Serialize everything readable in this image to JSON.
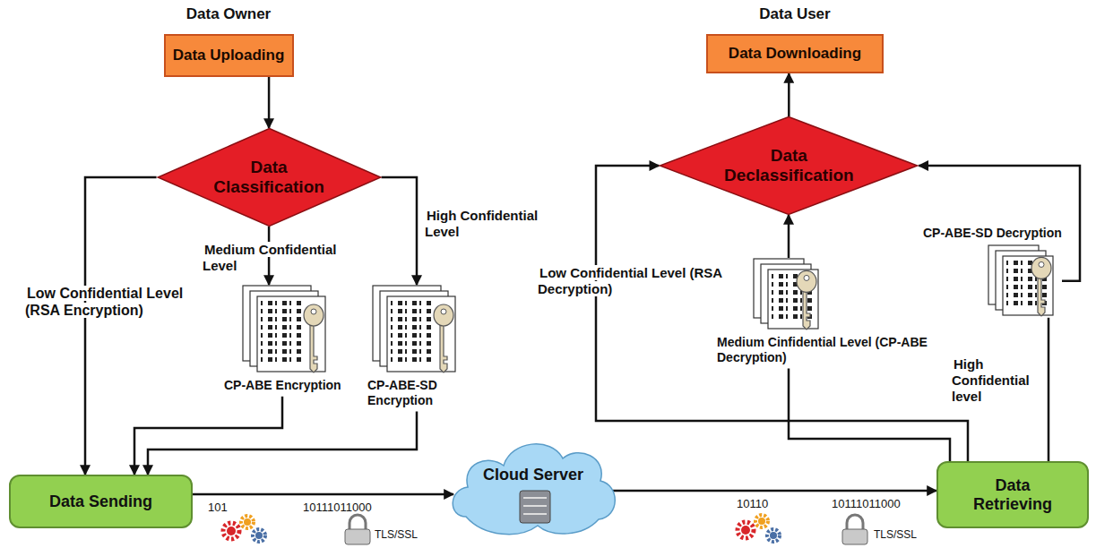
{
  "diagram": {
    "nodes": [
      {
        "text": [
          "Data Owner",
          "Data Uploading"
        ]
      },
      {
        "text": [
          "Data Classification"
        ]
      },
      {
        "text": [
          "CP-ABE Encryption"
        ]
      },
      {
        "text": [
          "CP-ABE-SD Encryption"
        ]
      },
      {
        "text": [
          "Data Sending"
        ]
      },
      {
        "text": [
          "Cloud Server"
        ]
      },
      {
        "text": [
          "Data User",
          "Data Downloading"
        ]
      },
      {
        "text": [
          "Data Declassification"
        ]
      },
      {
        "text": [
          "Medium Cinfidential Level (CP-ABE Decryption)"
        ]
      },
      {
        "text": [
          "CP-ABE-SD Decryption"
        ]
      },
      {
        "text": [
          "Data Retrieving"
        ]
      }
    ],
    "edges": [
      {
        "from": 0,
        "to": 1,
        "arrow": "to"
      },
      {
        "from": 1,
        "to": 4,
        "label": "Low Confidential Level (RSA Encryption)",
        "arrow": "to"
      },
      {
        "from": 1,
        "to": 2,
        "label": "Medium Confidential Level",
        "arrow": "to"
      },
      {
        "from": 1,
        "to": 3,
        "label": "High Confidential Level",
        "arrow": "to"
      },
      {
        "from": 2,
        "to": 4,
        "arrow": "to"
      },
      {
        "from": 3,
        "to": 4,
        "arrow": "to"
      },
      {
        "from": 4,
        "to": 5,
        "arrow": "to"
      },
      {
        "from": 5,
        "to": 10,
        "arrow": "to"
      },
      {
        "from": 10,
        "to": 7,
        "label": "Low Confidential Level (RSA Decryption)",
        "arrow": "to"
      },
      {
        "from": 10,
        "to": 8,
        "arrow": "none"
      },
      {
        "from": 8,
        "to": 7,
        "arrow": "to"
      },
      {
        "from": 10,
        "to": 9,
        "label": "High Confidential level",
        "arrow": "none"
      },
      {
        "from": 9,
        "to": 7,
        "arrow": "to"
      },
      {
        "from": 7,
        "to": 6,
        "arrow": "to"
      }
    ],
    "labels": [
      "101",
      "10111011000",
      "TLS/SSL",
      "10110",
      "10111011000",
      "TLS/SSL"
    ]
  }
}
